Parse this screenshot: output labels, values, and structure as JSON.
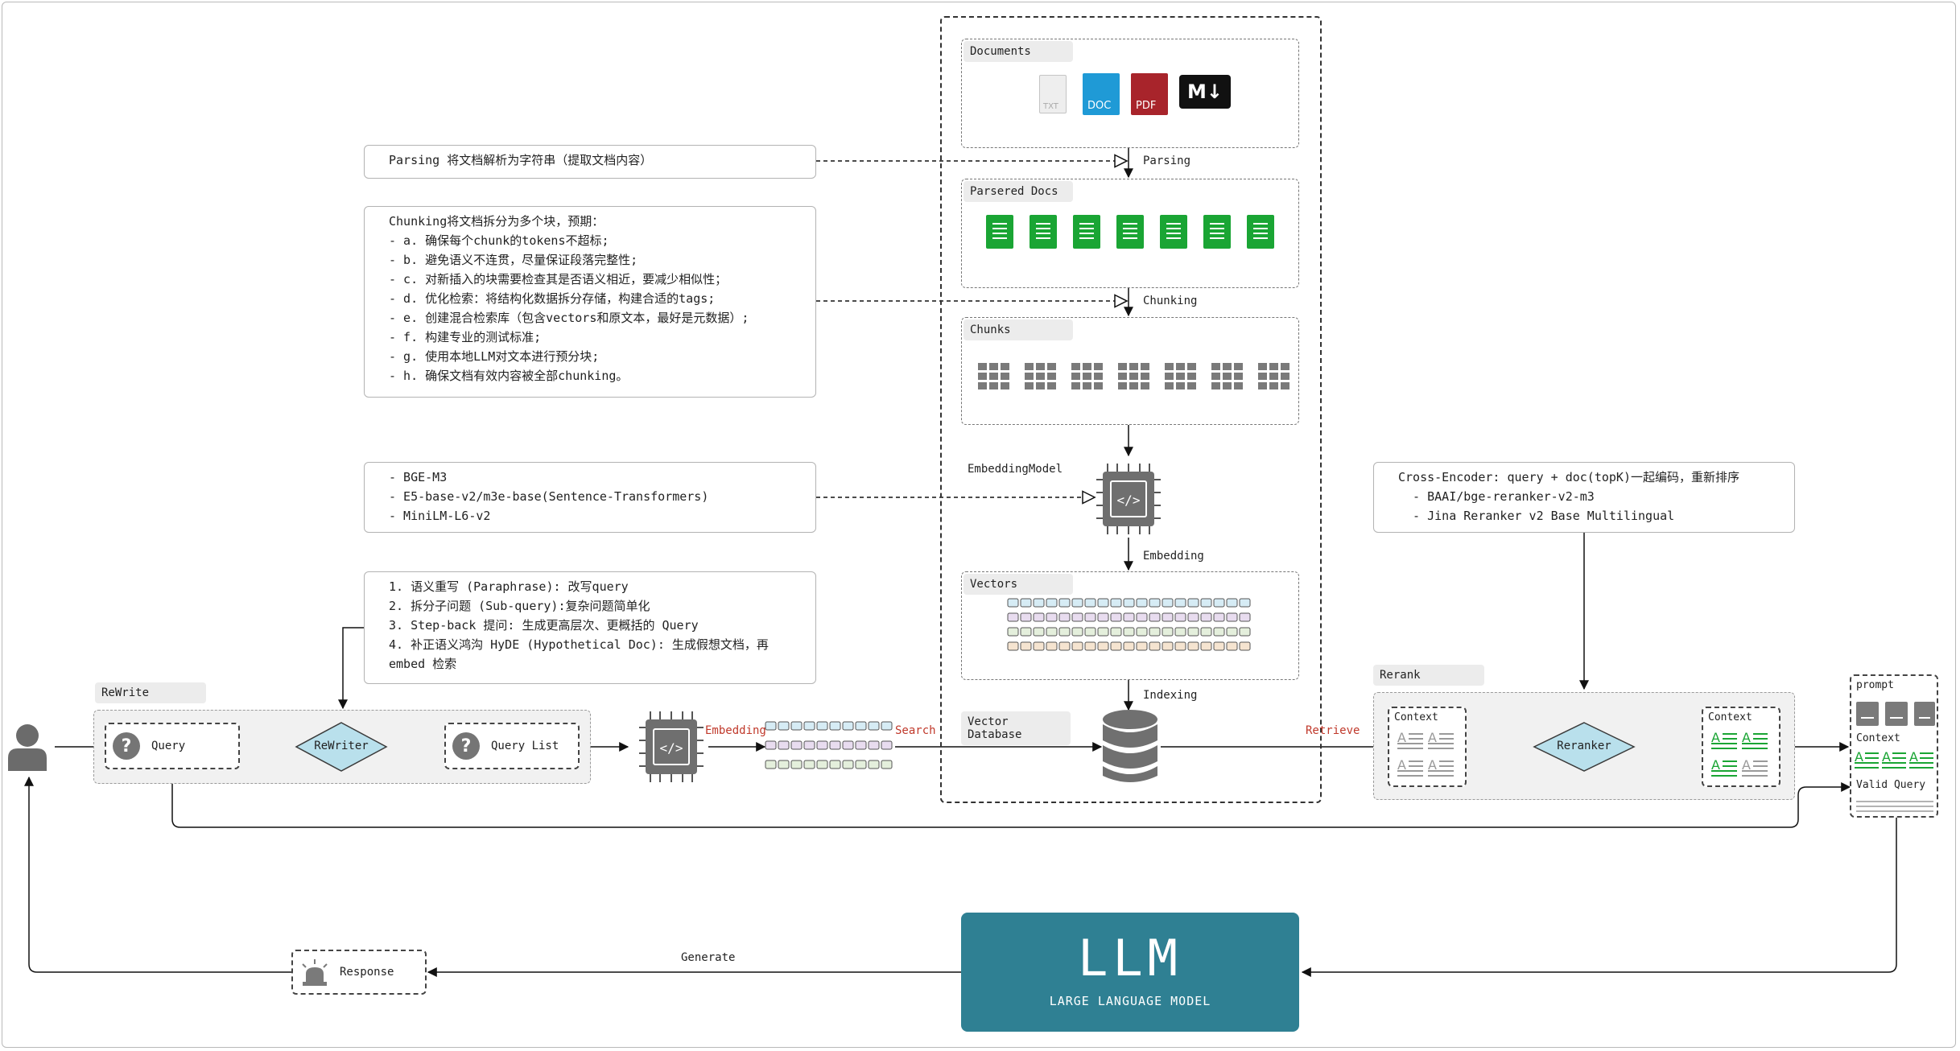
{
  "notes": {
    "parsing": "Parsing 将文档解析为字符串（提取文档内容）",
    "chunking": "Chunking将文档拆分为多个块，预期：\n- a. 确保每个chunk的tokens不超标;\n- b. 避免语义不连贯，尽量保证段落完整性;\n- c. 对新插入的块需要检查其是否语义相近，要减少相似性；\n- d. 优化检索：将结构化数据拆分存储，构建合适的tags;\n- e. 创建混合检索库（包含vectors和原文本，最好是元数据）;\n- f. 构建专业的测试标准;\n- g. 使用本地LLM对文本进行预分块;\n- h. 确保文档有效内容被全部chunking。",
    "models": "- BGE-M3\n- E5-base-v2/m3e-base(Sentence-Transformers)\n- MiniLM-L6-v2",
    "rewrite": "1. 语义重写 (Paraphrase): 改写query\n2. 拆分子问题 (Sub-query):复杂问题简单化\n3. Step-back 提问: 生成更高层次、更概括的 Query\n4. 补正语义鸿沟 HyDE (Hypothetical Doc): 生成假想文档，再\nembed 检索",
    "rerank": "Cross-Encoder: query + doc(topK)一起编码，重新排序\n  - BAAI/bge-reranker-v2-m3\n  - Jina Reranker v2 Base Multilingual"
  },
  "pipeline": {
    "documents": "Documents",
    "parsered_docs": "Parsered Docs",
    "chunks": "Chunks",
    "embedding_model": "EmbeddingModel",
    "vectors": "Vectors",
    "vector_db": "Vector Database"
  },
  "doc_types": [
    "TXT",
    "DOC",
    "PDF",
    "M↓"
  ],
  "edge_labels": {
    "parsing": "Parsing",
    "chunking": "Chunking",
    "embedding": "Embedding",
    "indexing": "Indexing",
    "embedding_red": "Embedding",
    "search": "Search",
    "retrieve": "Retrieve",
    "generate": "Generate"
  },
  "rewrite_group": {
    "title": "ReWrite",
    "query": "Query",
    "rewriter": "ReWriter",
    "query_list": "Query List"
  },
  "rerank_group": {
    "title": "Rerank",
    "context_in": "Context",
    "reranker": "Reranker",
    "context_out": "Context"
  },
  "prompt_box": {
    "prompt": "prompt",
    "context": "Context",
    "valid_query": "Valid Query"
  },
  "llm": {
    "title": "LLM",
    "subtitle": "LARGE LANGUAGE MODEL"
  },
  "response": "Response",
  "icons": [
    "user-icon",
    "question-icon",
    "chip-icon",
    "database-icon",
    "document-icon",
    "grid-icon",
    "siren-icon"
  ],
  "colors": {
    "llm": "#2f8093",
    "rewriter": "#b9e0ec",
    "red_label": "#c0392b",
    "doc_green": "#1aa534",
    "word_blue": "#1f9ad6",
    "pdf_red": "#a8242b"
  }
}
